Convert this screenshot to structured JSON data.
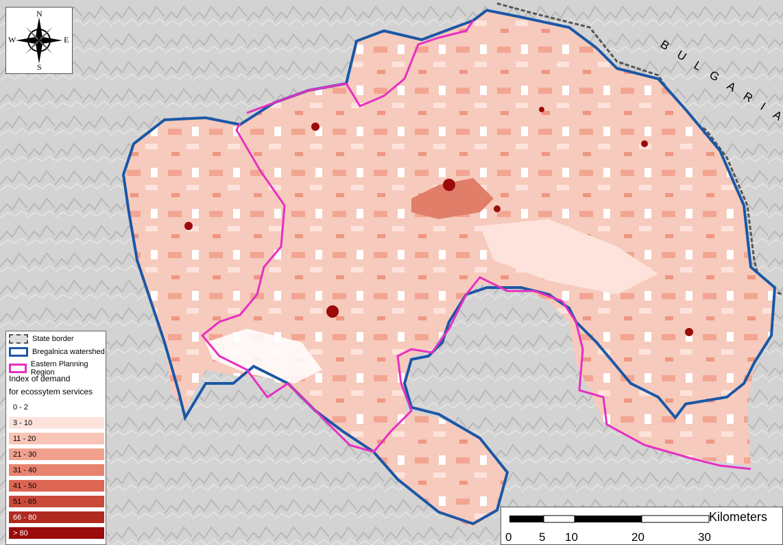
{
  "compass": {
    "n": "N",
    "s": "S",
    "e": "E",
    "w": "W"
  },
  "country_label": [
    "B",
    "U",
    "L",
    "G",
    "A",
    "R",
    "I",
    "A"
  ],
  "legend": {
    "state_border": "State border",
    "watershed": "Bregalnica watershed",
    "planning_region": "Eastern Planning Region",
    "index_title_1": "Index of demand",
    "index_title_2": "for ecossytem services",
    "classes": [
      {
        "label": "0 - 2",
        "color": "#ffffff"
      },
      {
        "label": "3 - 10",
        "color": "#fde3dc"
      },
      {
        "label": "11 - 20",
        "color": "#f8c4b6"
      },
      {
        "label": "21 - 30",
        "color": "#f2a08e"
      },
      {
        "label": "31 - 40",
        "color": "#e88370"
      },
      {
        "label": "41 - 50",
        "color": "#dd6652"
      },
      {
        "label": "51 - 65",
        "color": "#c94a39"
      },
      {
        "label": "66 - 80",
        "color": "#b02a20"
      },
      {
        "label": "> 80",
        "color": "#9b0b0b"
      }
    ]
  },
  "colors": {
    "watershed": "#1b57a6",
    "planning_region": "#e62fc2",
    "state_border": "#555555",
    "hillshade": "#cfcfcf"
  },
  "scale_bar": {
    "unit": "Kilometers",
    "ticks": [
      "0",
      "5",
      "10",
      "20",
      "30"
    ]
  }
}
